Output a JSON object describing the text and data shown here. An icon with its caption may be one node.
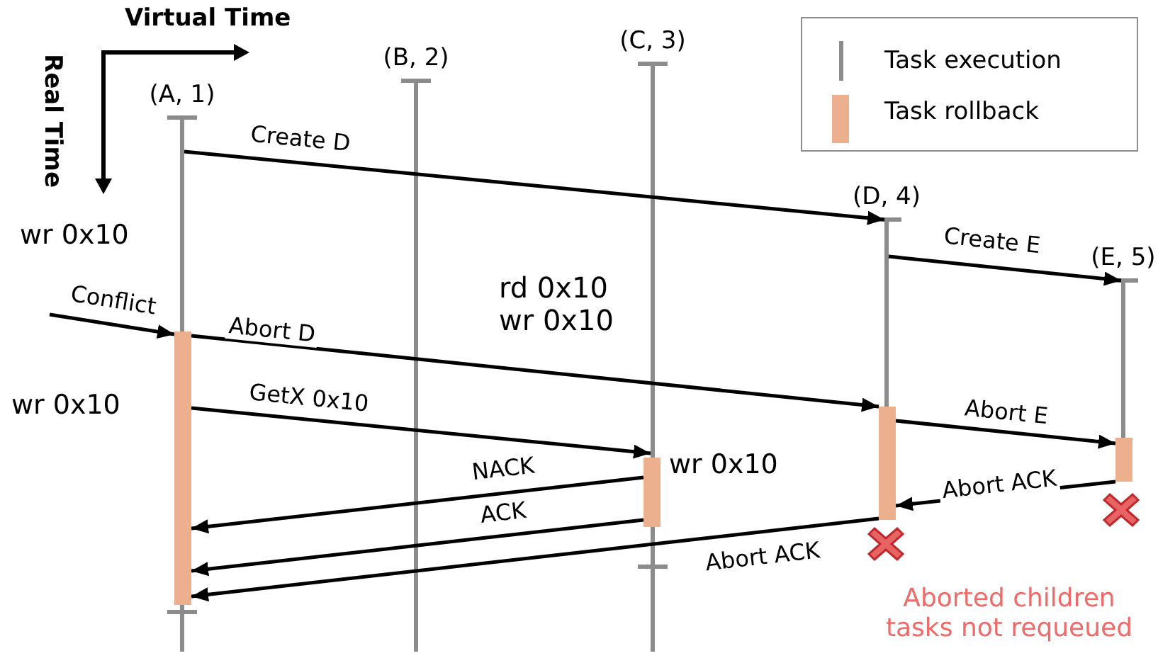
{
  "diagram": {
    "nodes": [
      {
        "text": [
          "(A, 1)"
        ]
      },
      {
        "text": [
          "(B, 2)"
        ]
      },
      {
        "text": [
          "(C, 3)"
        ]
      },
      {
        "text": [
          "(D, 4)"
        ]
      },
      {
        "text": [
          "(E, 5)"
        ]
      },
      {
        "text": [],
        "shape": "bar"
      },
      {
        "text": [],
        "shape": "bar"
      },
      {
        "text": [],
        "shape": "bar"
      },
      {
        "text": [],
        "shape": "bar"
      }
    ],
    "edges": [
      {
        "from": 0,
        "to": 3,
        "arrow": "to",
        "label": "Create D"
      },
      {
        "from": 3,
        "to": 4,
        "arrow": "to",
        "label": "Create E"
      },
      {
        "from": null,
        "to": 5,
        "arrow": "to",
        "label": "Conflict"
      },
      {
        "from": 5,
        "to": 7,
        "arrow": "to",
        "label": "Abort D"
      },
      {
        "from": 5,
        "to": 2,
        "arrow": "to",
        "label": "GetX 0x10"
      },
      {
        "from": 6,
        "to": 5,
        "arrow": "to",
        "label": "NACK"
      },
      {
        "from": 6,
        "to": 5,
        "arrow": "to",
        "label": "ACK"
      },
      {
        "from": 7,
        "to": 8,
        "arrow": "to",
        "label": "Abort E"
      },
      {
        "from": 8,
        "to": 7,
        "arrow": "to",
        "label": "Abort ACK"
      },
      {
        "from": 7,
        "to": 5,
        "arrow": "to",
        "label": "Abort ACK"
      }
    ],
    "labels": [
      "Virtual Time",
      "Real Time",
      "wr 0x10",
      "rd 0x10 wr 0x10",
      "wr 0x10",
      "wr 0x10",
      "Aborted children tasks not requeued"
    ],
    "legend": [
      {
        "text": "Task execution"
      },
      {
        "text": "Task rollback",
        "color": "#edb08e"
      }
    ]
  }
}
